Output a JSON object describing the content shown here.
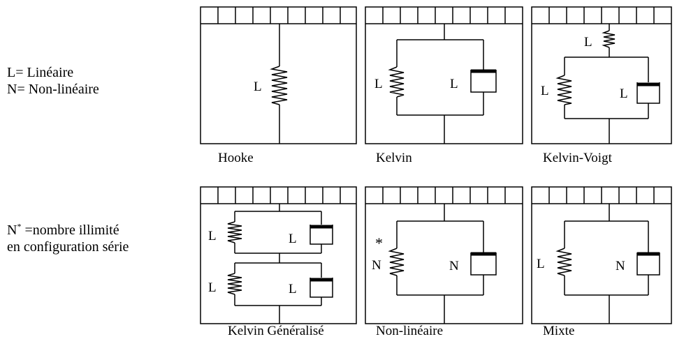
{
  "legend": {
    "linear": "L= Linéaire",
    "nonlinear": "N= Non-linéaire",
    "unlimited_prefix": "N",
    "unlimited_star": "*",
    "unlimited_rest": " =nombre illimité",
    "unlimited_line2": "en configuration série"
  },
  "models": [
    {
      "caption": "Hooke",
      "spring_label": "L"
    },
    {
      "caption": "Kelvin",
      "spring_label": "L",
      "damper_label": "L"
    },
    {
      "caption": "Kelvin-Voigt",
      "series_label": "L",
      "spring_label": "L",
      "damper_label": "L"
    },
    {
      "caption": "Kelvin Généralisé",
      "spring_label": "L",
      "damper_label": "L"
    },
    {
      "caption": "Non-linéaire",
      "spring_label": "N",
      "damper_label": "N",
      "star": "*"
    },
    {
      "caption": "Mixte",
      "spring_label": "L",
      "damper_label": "N"
    }
  ]
}
